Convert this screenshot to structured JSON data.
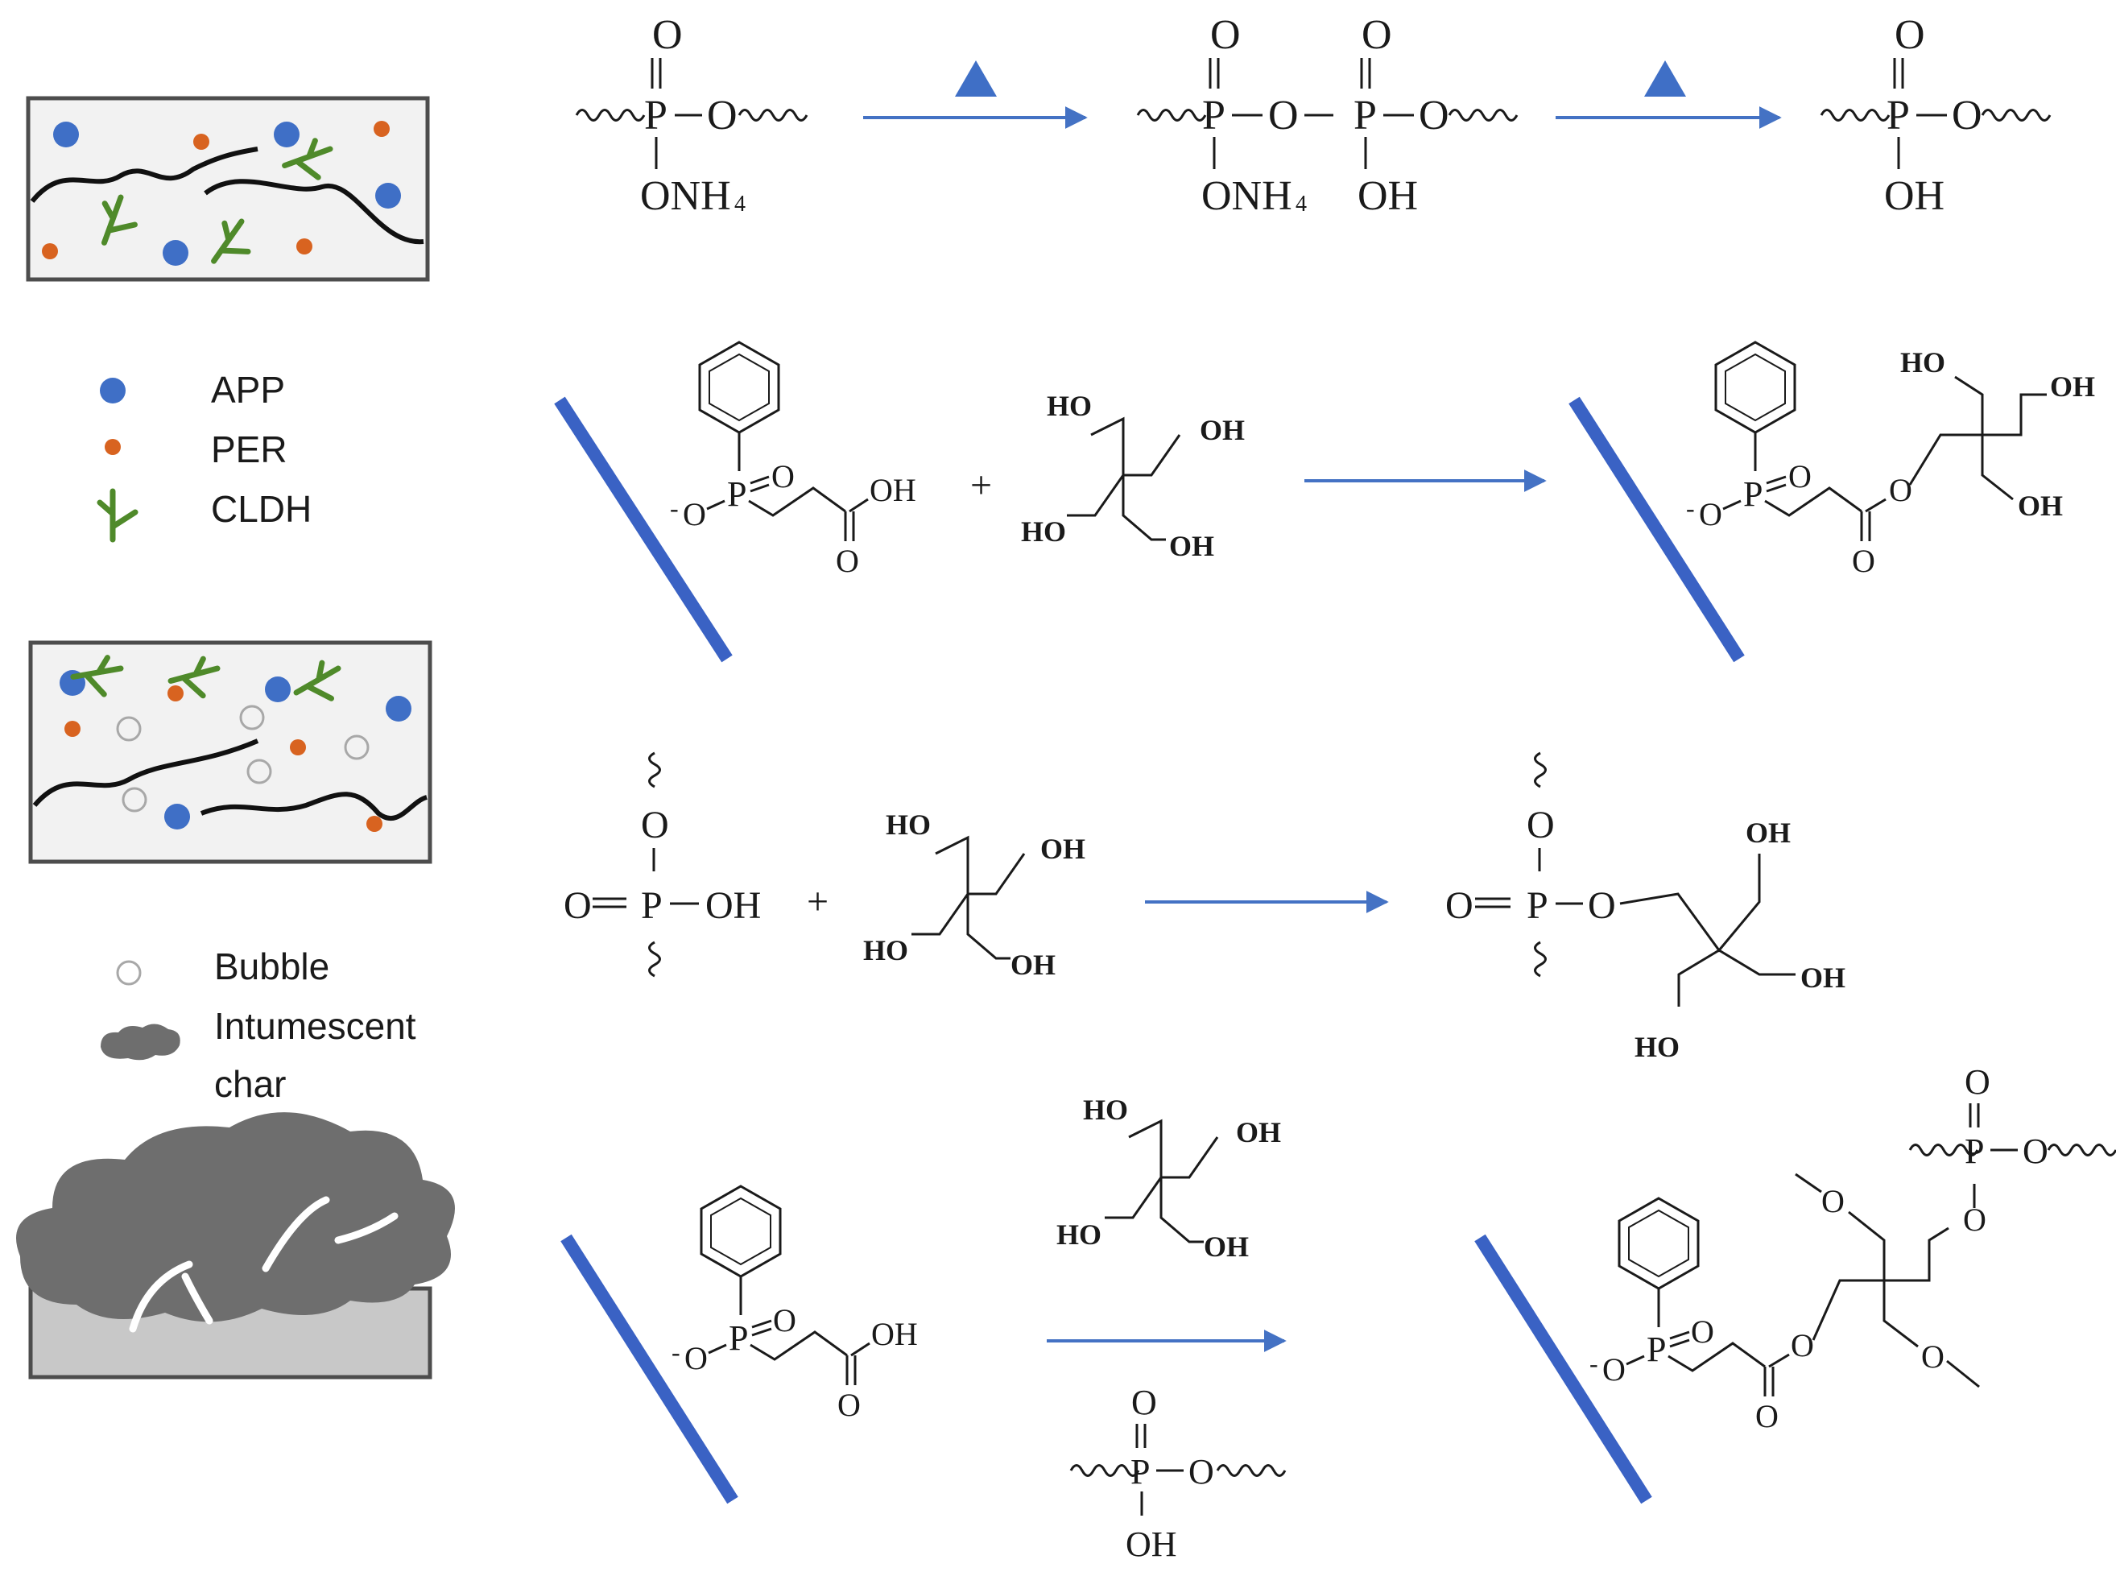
{
  "colors": {
    "arrow": "#4472c4",
    "heat_triangle": "#3f6fc6",
    "sheet": "#3a62c4",
    "app_dot": "#3f6fc6",
    "per_dot": "#d86320",
    "cldh": "#4f8a2a",
    "bubble_stroke": "#a8a8a8",
    "char": "#6e6e6e",
    "char_base": "#c8c8c8",
    "panel_fill": "#f2f2f2",
    "ink": "#1a1a1a"
  },
  "icons": [
    "app-dot-icon",
    "per-dot-icon",
    "cldh-icon",
    "bubble-icon",
    "intumescent-char-icon",
    "heat-triangle-icon",
    "clay-sheet-icon"
  ],
  "legend": {
    "app": "APP",
    "per": "PER",
    "cldh": "CLDH",
    "bubble": "Bubble",
    "char_line1": "Intumescent",
    "char_line2": "char"
  },
  "atoms": {
    "O": "O",
    "P": "P",
    "OH": "OH",
    "HO": "HO",
    "ONH4": "ONH",
    "sub4": "4",
    "plus": "+",
    "minus": "-"
  }
}
